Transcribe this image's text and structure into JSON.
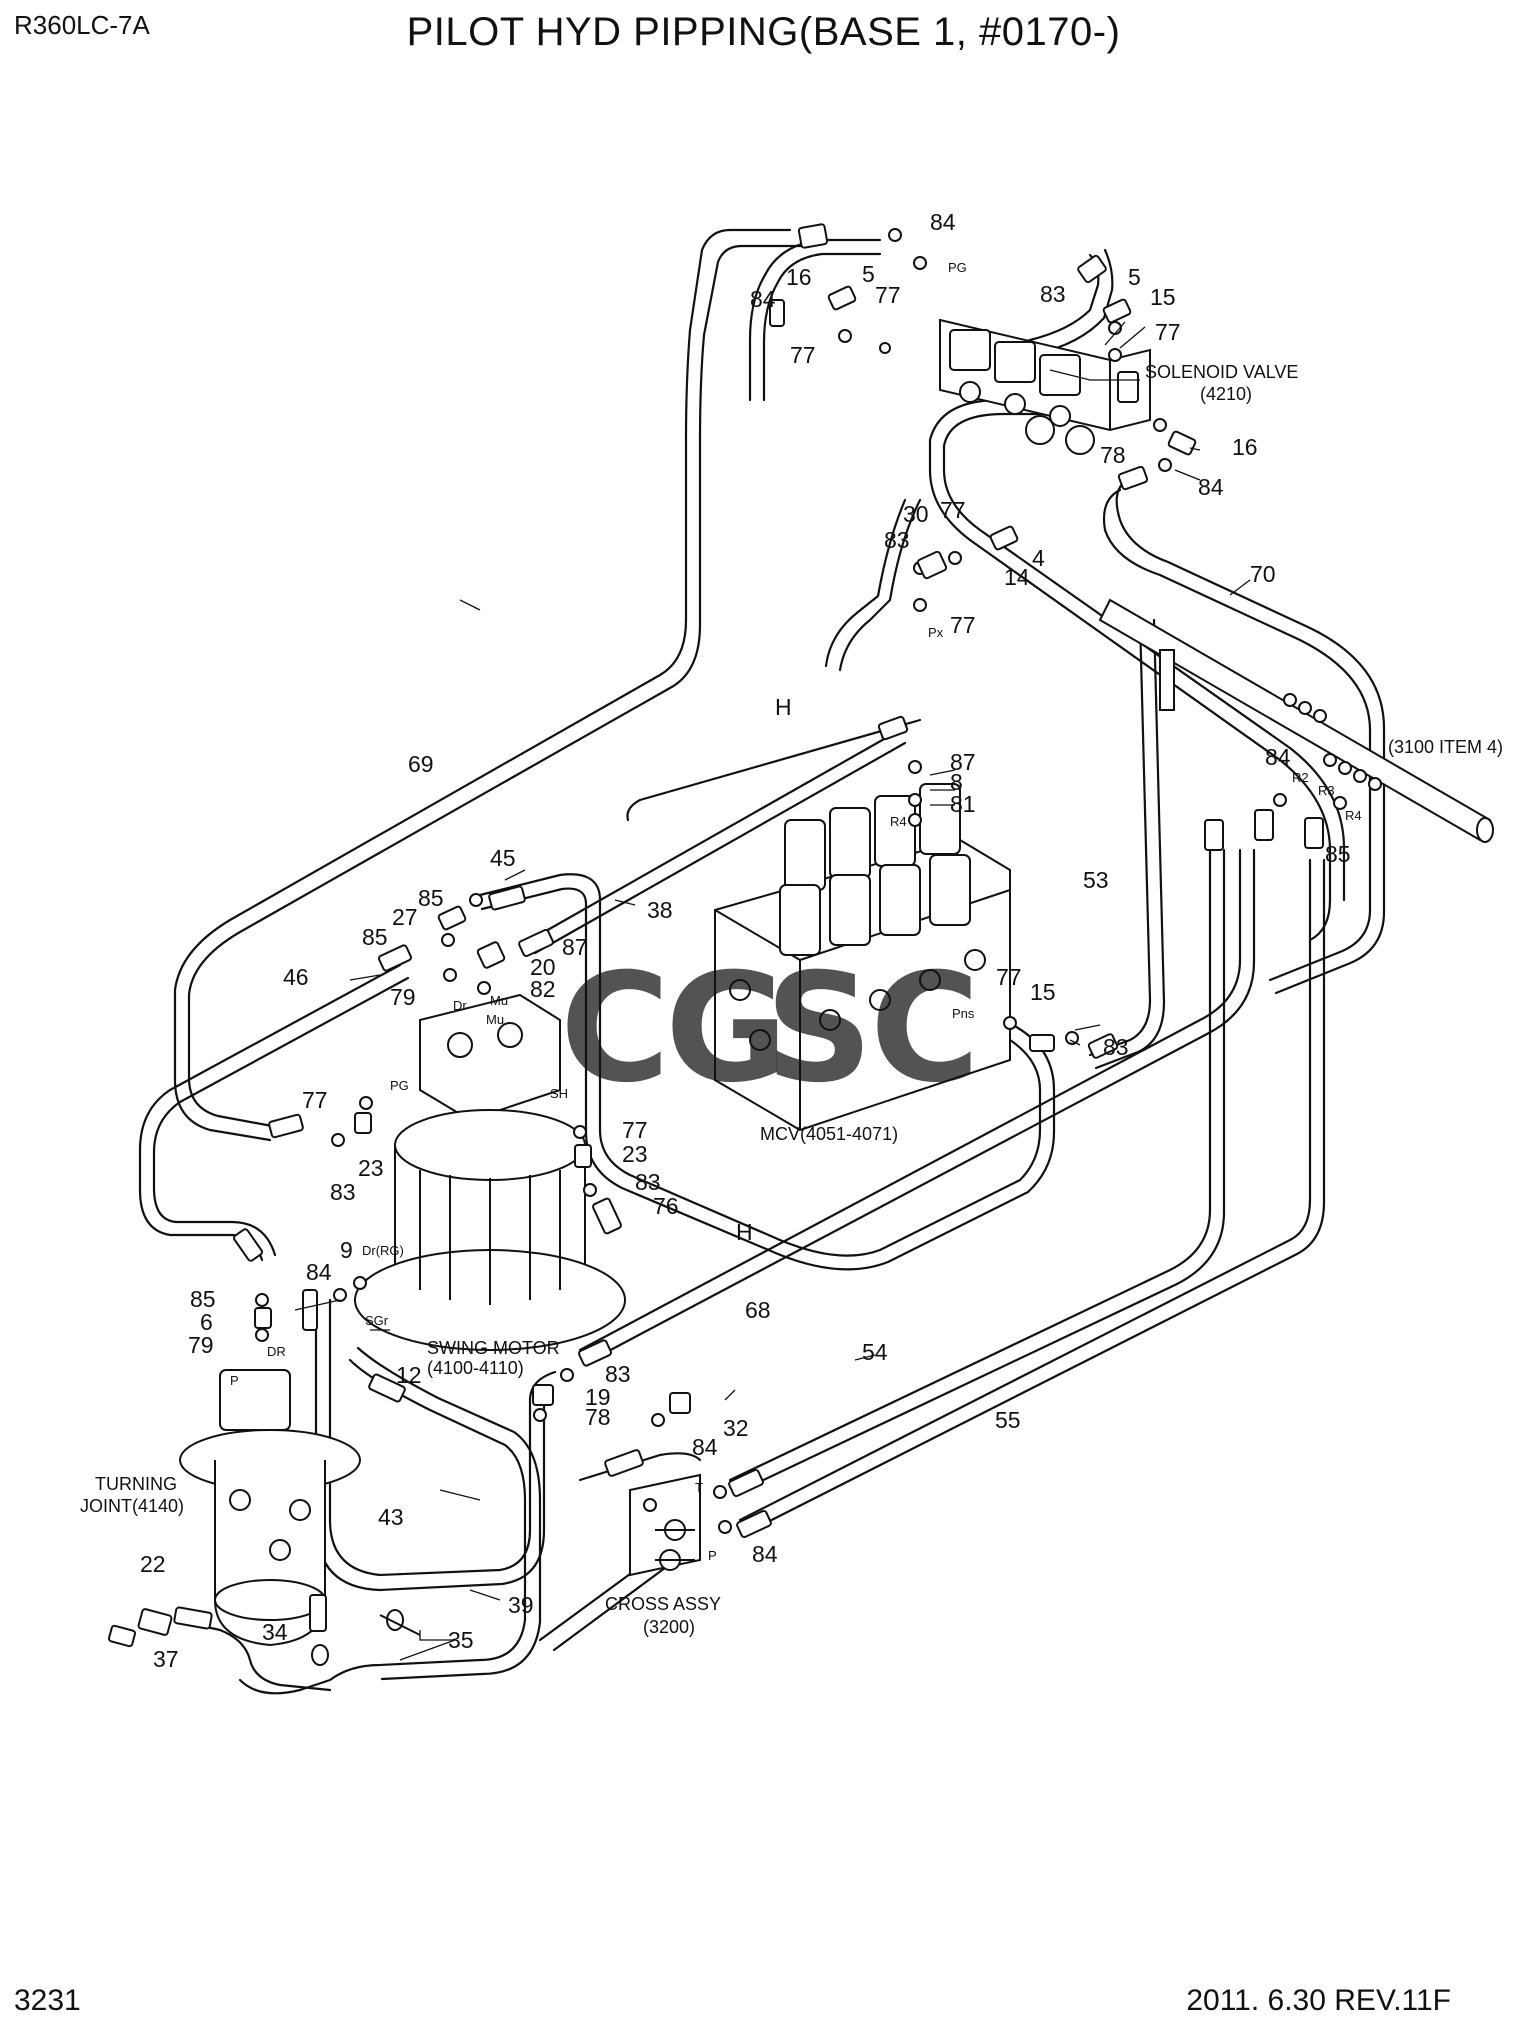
{
  "header": {
    "model": "R360LC-7A",
    "title": "PILOT HYD PIPPING(BASE 1, #0170-)"
  },
  "footer": {
    "page_number": "3231",
    "revision": "2011. 6.30  REV.11F"
  },
  "components": {
    "solenoid_valve": {
      "name": "SOLENOID VALVE",
      "code": "(4210)"
    },
    "mcv": {
      "name": "MCV(4051-4071)"
    },
    "swing_motor": {
      "name": "SWING MOTOR",
      "code": "(4100-4110)"
    },
    "turning_joint": {
      "name": "TURNING",
      "code": "JOINT(4140)"
    },
    "cross_assy": {
      "name": "CROSS ASSY",
      "code": "(3200)"
    },
    "reference": {
      "name": "(3100 ITEM 4)"
    }
  },
  "part_callouts": [
    "84",
    "5",
    "77",
    "16",
    "84",
    "77",
    "83",
    "5",
    "15",
    "77",
    "78",
    "16",
    "84",
    "30",
    "83",
    "77",
    "4",
    "14",
    "77",
    "70",
    "H",
    "84",
    "R2",
    "R3",
    "R4",
    "85",
    "87",
    "8",
    "81",
    "R4",
    "69",
    "45",
    "85",
    "27",
    "85",
    "38",
    "87",
    "20",
    "82",
    "46",
    "79",
    "Dr",
    "Mu",
    "53",
    "77",
    "15",
    "83",
    "Pns",
    "77",
    "PG",
    "SH",
    "23",
    "83",
    "77",
    "23",
    "83",
    "76",
    "H",
    "68",
    "85",
    "6",
    "79",
    "DR",
    "P",
    "9",
    "Dr(RG)",
    "84",
    "SGr",
    "12",
    "83",
    "19",
    "78",
    "54",
    "55",
    "32",
    "84",
    "43",
    "39",
    "T",
    "P",
    "84",
    "22",
    "34",
    "37",
    "35",
    "PG",
    "Px",
    "Mu"
  ],
  "watermark": {
    "letters": [
      "C",
      "G",
      "S",
      "C"
    ],
    "colors": [
      "#4a8ff0",
      "#ef6b6b",
      "#f1cc3a",
      "#3fae6d"
    ]
  },
  "colors": {
    "line": "#111111",
    "background": "#ffffff"
  }
}
